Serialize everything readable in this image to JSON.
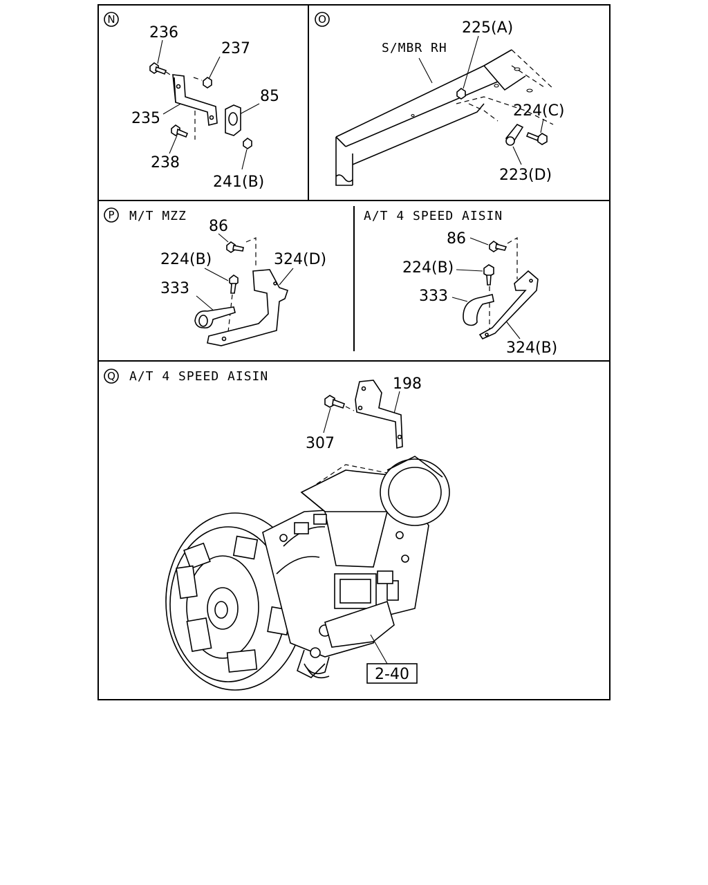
{
  "sections": {
    "N": {
      "badge": "N",
      "labels": {
        "p236": "236",
        "p237": "237",
        "p85": "85",
        "p235": "235",
        "p238": "238",
        "p241": "241(B)"
      }
    },
    "O": {
      "badge": "O",
      "member": "S/MBR RH",
      "labels": {
        "p225": "225(A)",
        "p224": "224(C)",
        "p223": "223(D)"
      }
    },
    "P": {
      "badge": "P",
      "title": "M/T MZZ",
      "labels": {
        "p86": "86",
        "p224": "224(B)",
        "p324": "324(D)",
        "p333": "333"
      }
    },
    "P2": {
      "title": "A/T 4 SPEED AISIN",
      "labels": {
        "p86": "86",
        "p224": "224(B)",
        "p333": "333",
        "p324": "324(B)"
      }
    },
    "Q": {
      "badge": "Q",
      "title": "A/T 4 SPEED AISIN",
      "labels": {
        "p198": "198",
        "p307": "307",
        "ref": "2-40"
      }
    }
  }
}
